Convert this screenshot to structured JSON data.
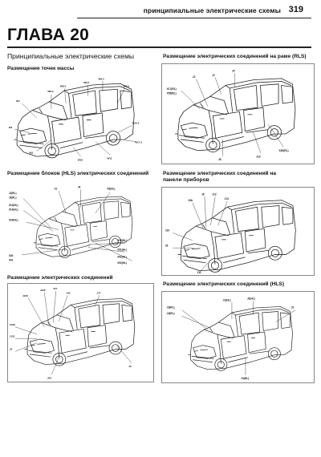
{
  "running_header": {
    "text": "принципиальные электрические схемы",
    "page_number": "319"
  },
  "chapter_title": "ГЛАВА 20",
  "section_heading": "Принципиальные электрические схемы",
  "figures": [
    {
      "caption": "Размещение точек массы"
    },
    {
      "caption": "Размещение электрических соединений на раме (RLS)"
    },
    {
      "caption": "Размещение блоков (HLS) электрических соединений"
    },
    {
      "caption": "Размещение электрических соединений на панели приборов"
    },
    {
      "caption": "Размещение электрических соединений"
    },
    {
      "caption": "Размещение электрических соединений (HLS)"
    }
  ]
}
